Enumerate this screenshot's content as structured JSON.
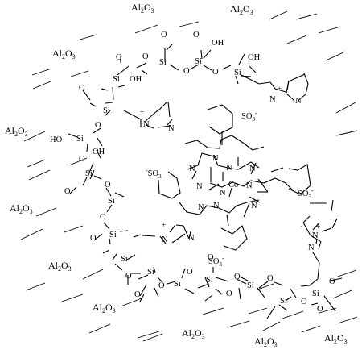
{
  "support_label": "Al2O3",
  "charges": {
    "plus": "+",
    "minus": "-"
  },
  "labels": {
    "si": "Si",
    "o": "O",
    "oh": "OH",
    "ho": "HO",
    "n": "N",
    "co": "Co",
    "so3": "SO3"
  }
}
